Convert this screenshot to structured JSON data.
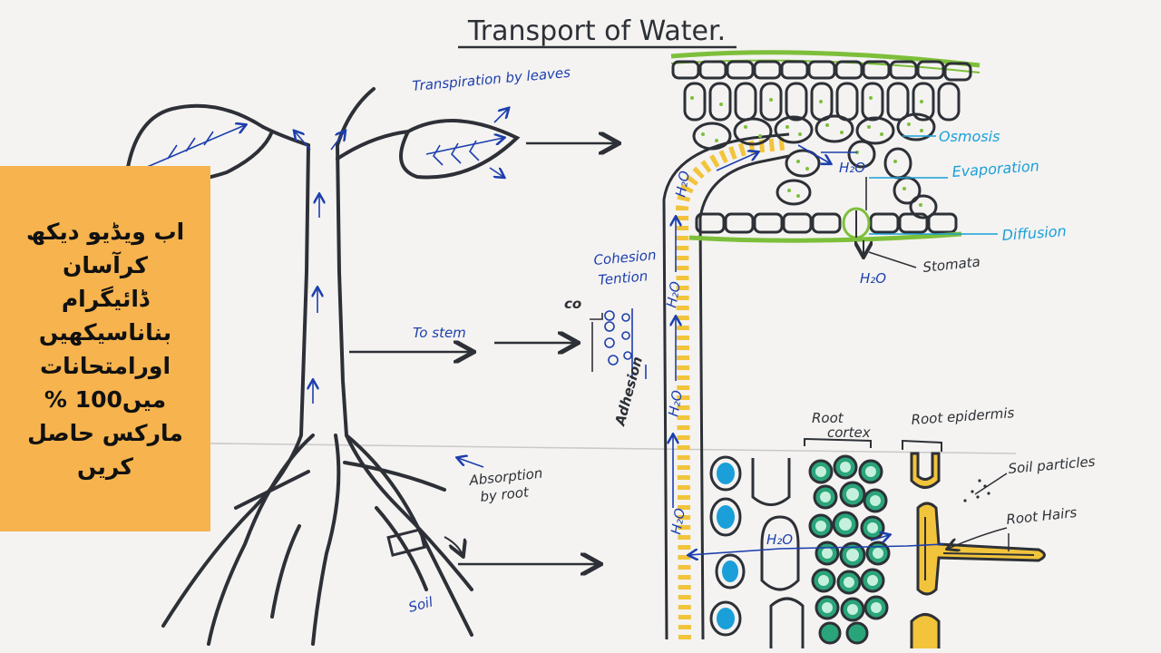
{
  "title": "Transport of Water.",
  "labels": {
    "transpiration": "Transpiration by leaves",
    "to_stem": "To stem",
    "absorption": "Absorption",
    "by_root": "by root",
    "soil": "Soil",
    "cohesion": "Cohesion",
    "tention": "Tention",
    "co": "co",
    "adhesion": "Adhesion",
    "osmosis": "Osmosis",
    "evaporation": "Evaporation",
    "diffusion": "Diffusion",
    "stomata": "Stomata",
    "h2o": "H₂O",
    "root_cortex_1": "Root",
    "root_cortex_2": "cortex",
    "root_epidermis": "Root epidermis",
    "soil_particles": "Soil particles",
    "root_hairs": "Root Hairs"
  },
  "urdu_lines": [
    "اب ویڈیو دیکھ",
    "کرآسان",
    "ڈائیگرام",
    "بناناسیکھیں",
    "اورامتحانات",
    "میں100 %",
    "مارکس حاصل",
    "کریں"
  ],
  "colors": {
    "paper": "#f4f3f1",
    "ink": "#2d3036",
    "blue": "#1d3fae",
    "cyan": "#1a9fd8",
    "green": "#7dbf3a",
    "yellow": "#f2c43b",
    "panel": "#f6b34e"
  }
}
